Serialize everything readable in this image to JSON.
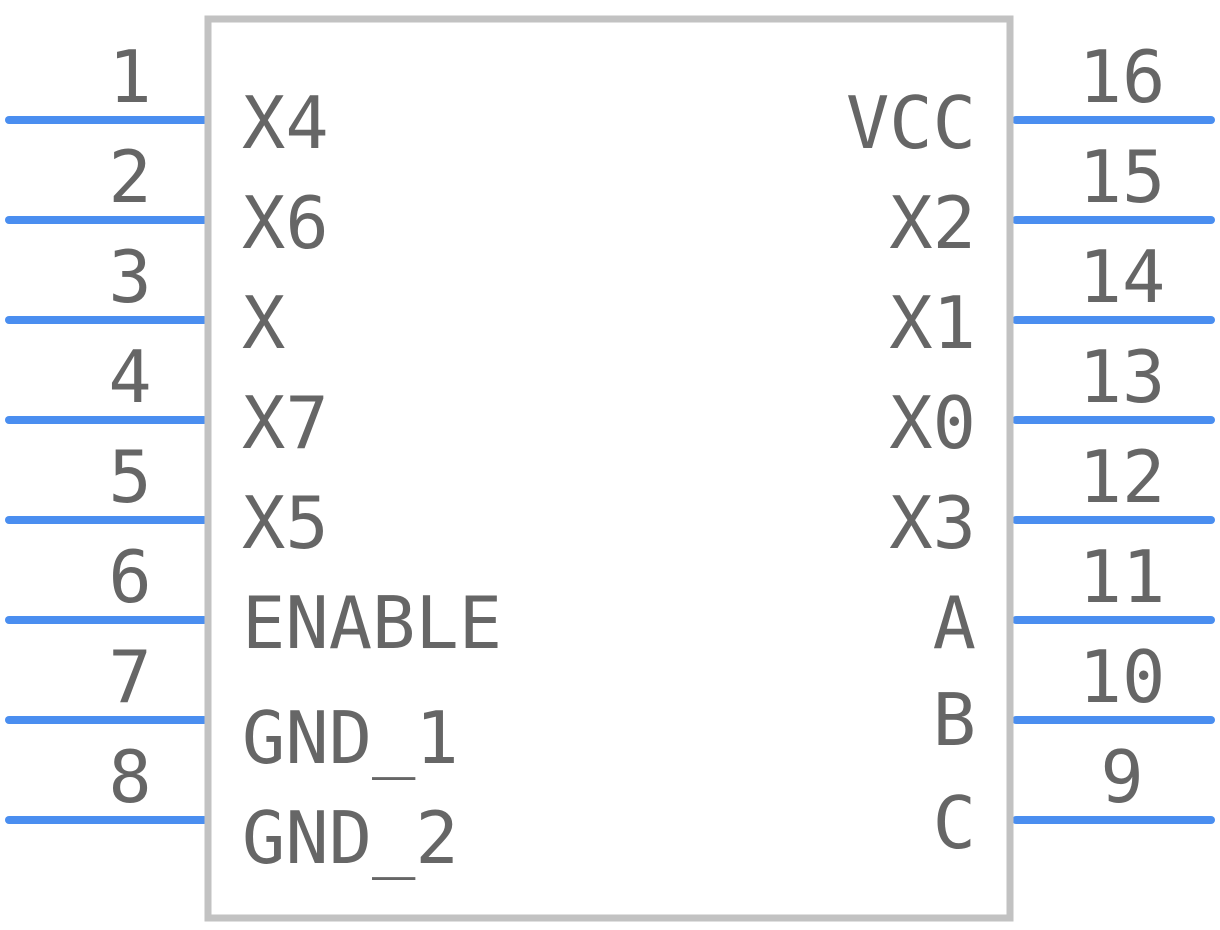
{
  "colors": {
    "pin": "#4a8ef0",
    "body_outline": "#c2c2c2",
    "text": "#666666"
  },
  "pins": {
    "left": [
      {
        "number": "1",
        "label": "X4"
      },
      {
        "number": "2",
        "label": "X6"
      },
      {
        "number": "3",
        "label": "X"
      },
      {
        "number": "4",
        "label": "X7"
      },
      {
        "number": "5",
        "label": "X5"
      },
      {
        "number": "6",
        "label": "ENABLE"
      },
      {
        "number": "7",
        "label": "GND_1"
      },
      {
        "number": "8",
        "label": "GND_2"
      }
    ],
    "right": [
      {
        "number": "16",
        "label": "VCC"
      },
      {
        "number": "15",
        "label": "X2"
      },
      {
        "number": "14",
        "label": "X1"
      },
      {
        "number": "13",
        "label": "X0"
      },
      {
        "number": "12",
        "label": "X3"
      },
      {
        "number": "11",
        "label": "A"
      },
      {
        "number": "10",
        "label": "B"
      },
      {
        "number": "9",
        "label": "C"
      }
    ]
  }
}
